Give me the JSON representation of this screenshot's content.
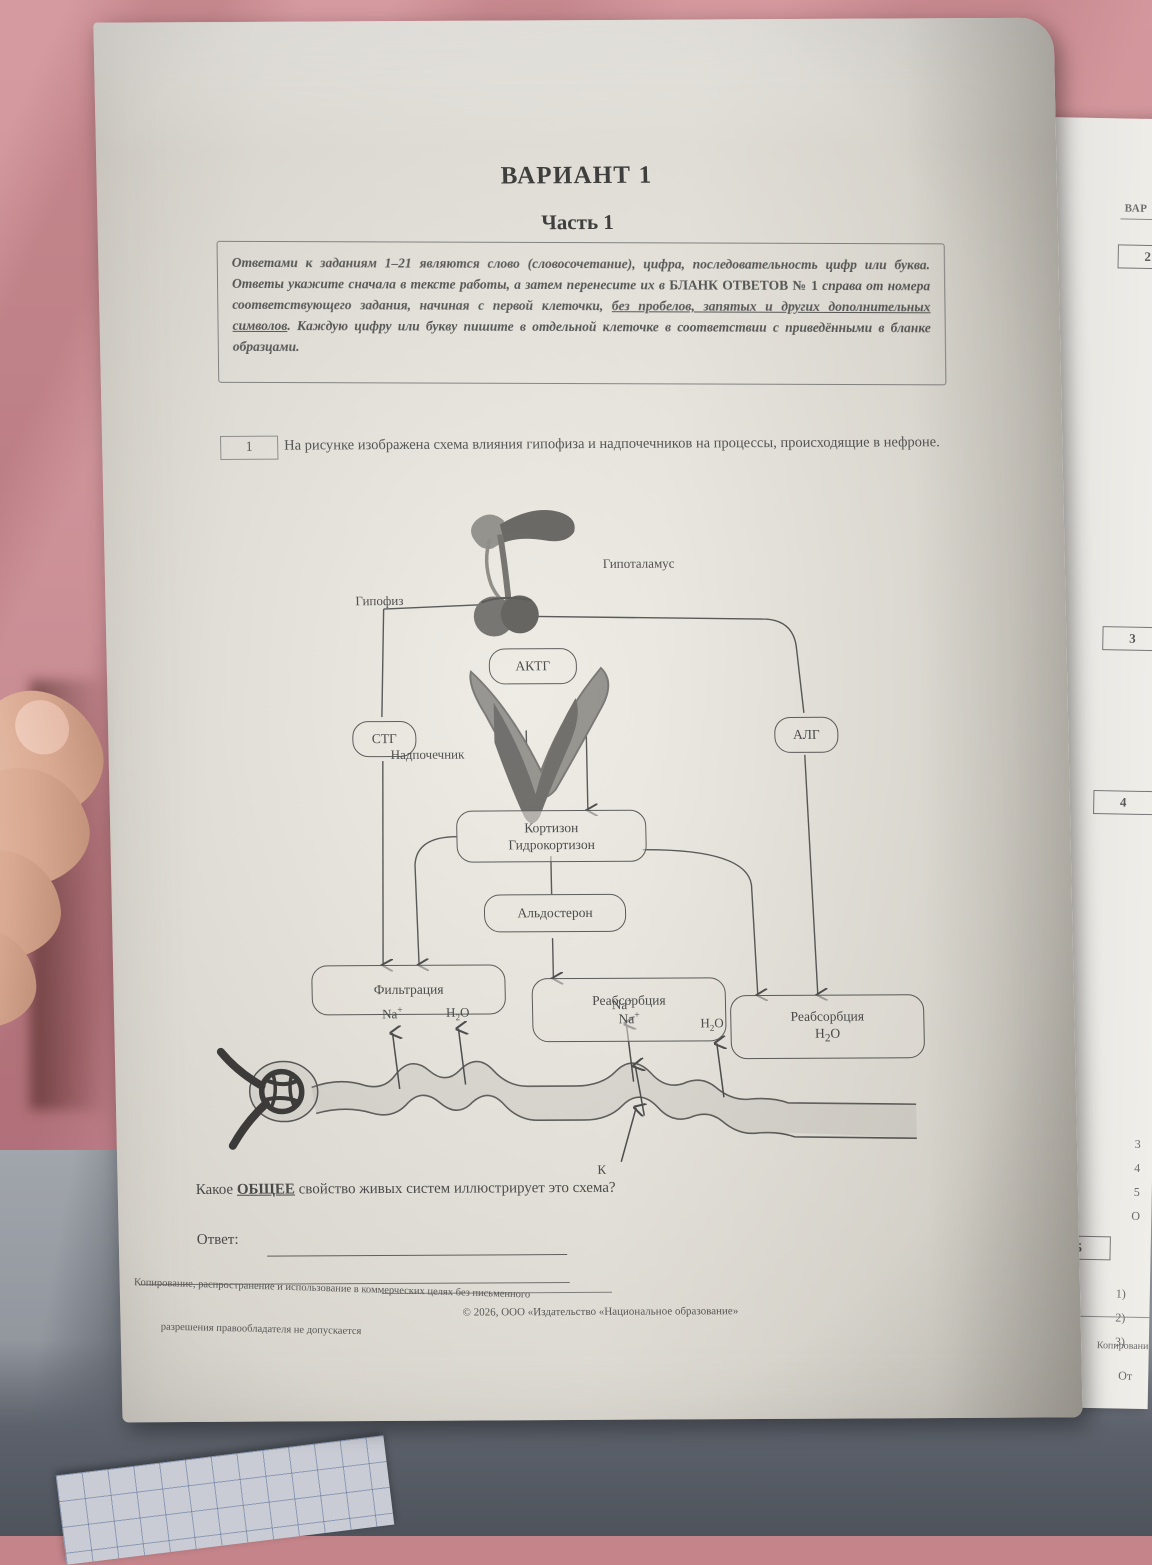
{
  "background": {
    "top_fabric_color": "#c9878e",
    "bottom_fabric_color": "#7f848d",
    "notebook_grid_color": "#465f8c"
  },
  "page": {
    "title": "ВАРИАНТ 1",
    "subtitle": "Часть 1",
    "instruction": "Ответами к заданиям 1–21 являются слово (словосочетание), цифра, последовательность цифр или буква. Ответы укажите сначала в тексте работы, а затем перенесите их в БЛАНК ОТВЕТОВ № 1 справа от номера соответствующего задания, начиная с первой клеточки, без пробелов, запятых и других дополнительных символов. Каждую цифру или букву пишите в отдельной клеточке в соответствии с приведёнными в бланке образцами.",
    "instruction_bold_part": "БЛАНК ОТВЕТОВ № 1",
    "instruction_underlined_part": "без пробелов, запятых и других дополнительных символов"
  },
  "question": {
    "number": "1",
    "prompt": "На рисунке изображена схема влияния гипофиза и надпочечников на процессы, происходящие в нефроне.",
    "bottom_prompt_before": "Какое ",
    "bottom_prompt_emphasis": "ОБЩЕЕ",
    "bottom_prompt_after": " свойство живых систем иллюстрирует это схема?",
    "answer_label": "Ответ:"
  },
  "diagram": {
    "organ_labels": {
      "pituitary": "Гипофиз",
      "hypothalamus": "Гипоталамус",
      "adrenal": "Надпочечник"
    },
    "hormones": {
      "acth": "АКТГ",
      "sth": "СТГ",
      "adh": "АЛГ",
      "cortisone_line1": "Кортизон",
      "cortisone_line2": "Гидрокортизон",
      "aldosterone": "Альдостерон"
    },
    "processes": {
      "filtration": "Фильтрация",
      "reabsorption_na_line1": "Реабсорбция",
      "reabsorption_na_line2": "Na",
      "reabsorption_na_charge": "+",
      "reabsorption_h2o_line1": "Реабсорбция",
      "reabsorption_h2o_line2_a": "H",
      "reabsorption_h2o_line2_sub": "2",
      "reabsorption_h2o_line2_b": "O"
    },
    "tubule_ions": {
      "na1": "Na",
      "na1_charge": "+",
      "h2o1_a": "H",
      "h2o1_sub": "2",
      "h2o1_b": "O",
      "na2": "Na",
      "na2_charge": "+",
      "h2o2_a": "H",
      "h2o2_sub": "2",
      "h2o2_b": "O",
      "k": "К"
    }
  },
  "footer": {
    "copyright": "© 2026, ООО «Издательство «Национальное образование»",
    "notice_left": "Копирование, распространение и использование в коммерческих целях без письменного",
    "notice_right": "разрешения правообладателя не допускается"
  },
  "right_page": {
    "header": "ВАР",
    "numbers": [
      "2",
      "3",
      "4",
      "5"
    ],
    "list_items": [
      "1)",
      "2)",
      "3)"
    ],
    "answer_label": "От",
    "footer": "Копирование",
    "fragment_lines": [
      "3",
      "4",
      "5",
      "О"
    ]
  }
}
